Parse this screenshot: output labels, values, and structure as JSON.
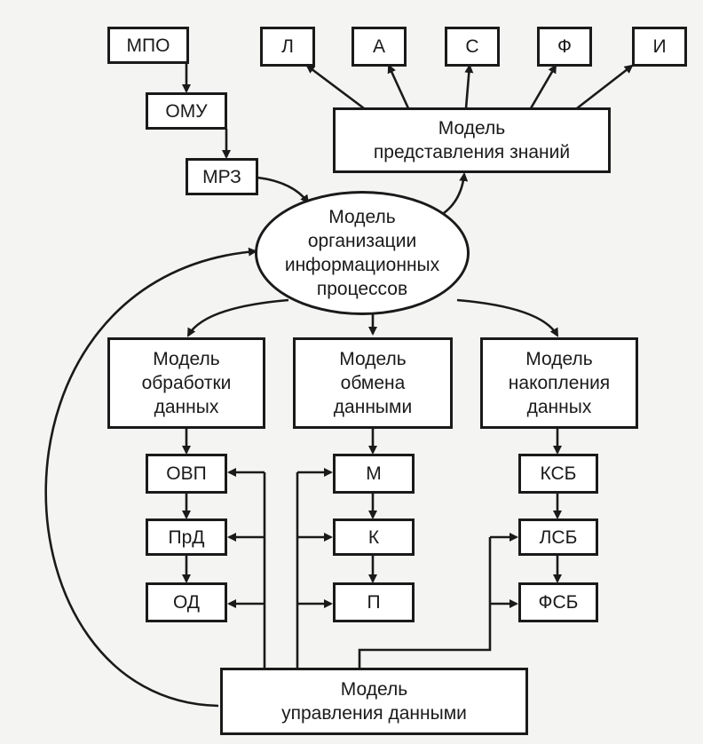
{
  "nodes": {
    "mpo": "МПО",
    "omu": "ОМУ",
    "mrz": "МРЗ",
    "l": "Л",
    "a": "А",
    "s": "С",
    "f": "Ф",
    "i": "И",
    "knowledge_model": "Модель\nпредставления знаний",
    "info_process_model": "Модель\nорганизации\nинформационных\nпроцессов",
    "processing_model": "Модель\nобработки\nданных",
    "exchange_model": "Модель\nобмена\nданными",
    "accumulation_model": "Модель\nнакопления\nданных",
    "ovp": "ОВП",
    "prd": "ПрД",
    "od": "ОД",
    "m": "М",
    "k": "К",
    "p": "П",
    "ksb": "КСБ",
    "lsb": "ЛСБ",
    "fsb": "ФСБ",
    "management_model": "Модель\nуправления данными"
  },
  "colors": {
    "line": "#1a1a1a",
    "box_fill": "#ffffff",
    "background": "#f4f4f2"
  }
}
